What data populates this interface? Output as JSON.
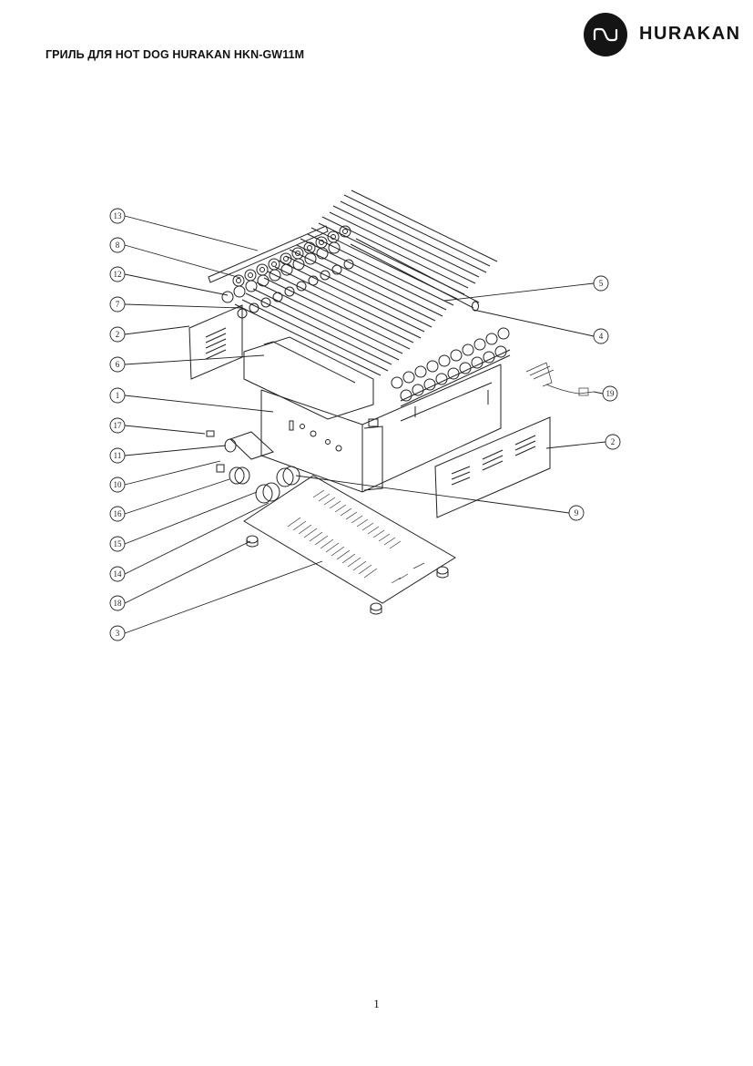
{
  "header": {
    "title": "ГРИЛЬ ДЛЯ HOT DOG HURAKAN HKN-GW11M",
    "brand": "HURAKAN",
    "brand_logo_icon": "hurakan-wave-logo-icon"
  },
  "diagram": {
    "type": "exploded-view",
    "callouts": [
      "13",
      "8",
      "12",
      "7",
      "2",
      "6",
      "1",
      "17",
      "11",
      "10",
      "16",
      "15",
      "14",
      "18",
      "3",
      "5",
      "4",
      "19",
      "2",
      "9"
    ]
  },
  "footer": {
    "page_number": "1"
  }
}
